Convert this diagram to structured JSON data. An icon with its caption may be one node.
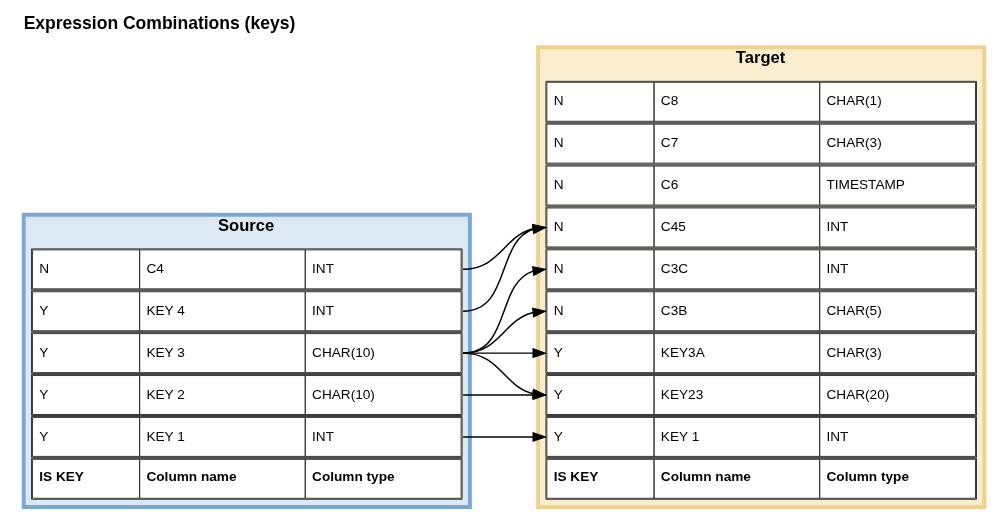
{
  "diagram": {
    "title": "Expression Combinations (keys)",
    "nodes": [
      {
        "text": [
          "Source"
        ]
      },
      {
        "text": [
          "IS KEY",
          "Column name",
          "Column type"
        ],
        "in": 0
      },
      {
        "text": [
          "Y",
          "KEY 1",
          "INT"
        ],
        "in": 0
      },
      {
        "text": [
          "Y",
          "KEY 2",
          "CHAR(10)"
        ],
        "in": 0
      },
      {
        "text": [
          "Y",
          "KEY 3",
          "CHAR(10)"
        ],
        "in": 0
      },
      {
        "text": [
          "Y",
          "KEY 4",
          "INT"
        ],
        "in": 0
      },
      {
        "text": [
          "N",
          "C4",
          "INT"
        ],
        "in": 0
      },
      {
        "text": [
          "Target"
        ]
      },
      {
        "text": [
          "IS KEY",
          "Column name",
          "Column type"
        ],
        "in": 7
      },
      {
        "text": [
          "Y",
          "KEY 1",
          "INT"
        ],
        "in": 7
      },
      {
        "text": [
          "Y",
          "KEY23",
          "CHAR(20)"
        ],
        "in": 7
      },
      {
        "text": [
          "Y",
          "KEY3A",
          "CHAR(3)"
        ],
        "in": 7
      },
      {
        "text": [
          "N",
          "C3B",
          "CHAR(5)"
        ],
        "in": 7
      },
      {
        "text": [
          "N",
          "C3C",
          "INT"
        ],
        "in": 7
      },
      {
        "text": [
          "N",
          "C45",
          "INT"
        ],
        "in": 7
      },
      {
        "text": [
          "N",
          "C6",
          "TIMESTAMP"
        ],
        "in": 7
      },
      {
        "text": [
          "N",
          "C7",
          "CHAR(3)"
        ],
        "in": 7
      },
      {
        "text": [
          "N",
          "C8",
          "CHAR(1)"
        ],
        "in": 7
      }
    ],
    "edges": [
      {
        "from": 2,
        "to": 9,
        "arrow": "to"
      },
      {
        "from": 3,
        "to": 10,
        "arrow": "to"
      },
      {
        "from": 4,
        "to": 10,
        "arrow": "to"
      },
      {
        "from": 4,
        "to": 11,
        "arrow": "to"
      },
      {
        "from": 4,
        "to": 12,
        "arrow": "to"
      },
      {
        "from": 4,
        "to": 13,
        "arrow": "to"
      },
      {
        "from": 5,
        "to": 14,
        "arrow": "to"
      },
      {
        "from": 6,
        "to": 14,
        "arrow": "to"
      }
    ]
  }
}
